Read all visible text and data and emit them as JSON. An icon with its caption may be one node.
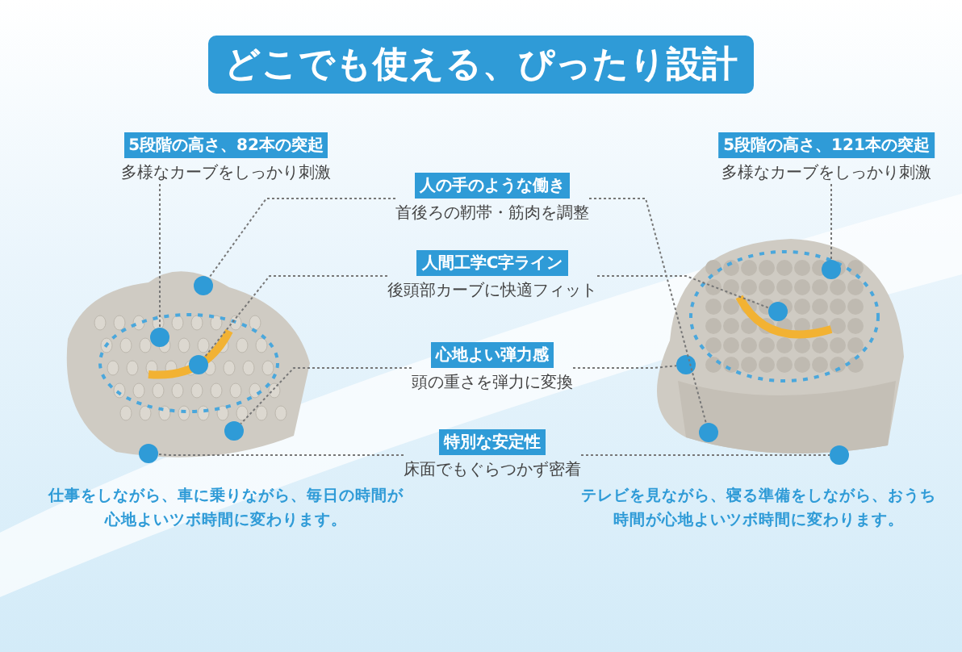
{
  "diagram": {
    "title": "どこでも使える、ぴったり設計",
    "nodes": [
      {
        "text": [
          "5段階の高さ、82本の突起",
          "多様なカーブをしっかり刺激"
        ]
      },
      {
        "text": [
          "5段階の高さ、121本の突起",
          "多様なカーブをしっかり刺激"
        ]
      },
      {
        "text": [
          "人の手のような働き",
          "首後ろの靭帯・筋肉を調整"
        ]
      },
      {
        "text": [
          "人間工学C字ライン",
          "後頭部カーブに快適フィット"
        ]
      },
      {
        "text": [
          "心地よい弾力感",
          "頭の重さを弾力に変換"
        ]
      },
      {
        "text": [
          "特別な安定性",
          "床面でもぐらつかず密着"
        ]
      },
      {
        "text": [],
        "shape": "picture"
      },
      {
        "text": [],
        "shape": "picture"
      },
      {
        "text": [],
        "shape": "circle",
        "in": 6
      },
      {
        "text": [],
        "shape": "circle",
        "in": 6
      },
      {
        "text": [],
        "shape": "circle",
        "in": 6
      },
      {
        "text": [],
        "shape": "circle",
        "in": 6
      },
      {
        "text": [],
        "shape": "circle"
      },
      {
        "text": [],
        "shape": "circle",
        "in": 7
      },
      {
        "text": [],
        "shape": "circle",
        "in": 7
      },
      {
        "text": [],
        "shape": "circle",
        "in": 7
      },
      {
        "text": [],
        "shape": "circle",
        "in": 7
      },
      {
        "text": [],
        "shape": "circle"
      }
    ],
    "edges": [
      {
        "from": 0,
        "to": 9,
        "arrow": "none"
      },
      {
        "from": 1,
        "to": 13,
        "arrow": "none"
      },
      {
        "from": 2,
        "to": 8,
        "arrow": "none"
      },
      {
        "from": 2,
        "to": 16,
        "arrow": "none"
      },
      {
        "from": 3,
        "to": 10,
        "arrow": "none"
      },
      {
        "from": 3,
        "to": 14,
        "arrow": "none"
      },
      {
        "from": 4,
        "to": 11,
        "arrow": "none"
      },
      {
        "from": 4,
        "to": 15,
        "arrow": "none"
      },
      {
        "from": 5,
        "to": 12,
        "arrow": "none"
      },
      {
        "from": 5,
        "to": 17,
        "arrow": "none"
      }
    ],
    "labels": [
      "仕事をしながら、車に乗りながら、毎日の時間が心地よいツボ時間に変わります。",
      "テレビを見ながら、寝る準備をしながら、おうち時間が心地よいツボ時間に変わります。"
    ]
  }
}
